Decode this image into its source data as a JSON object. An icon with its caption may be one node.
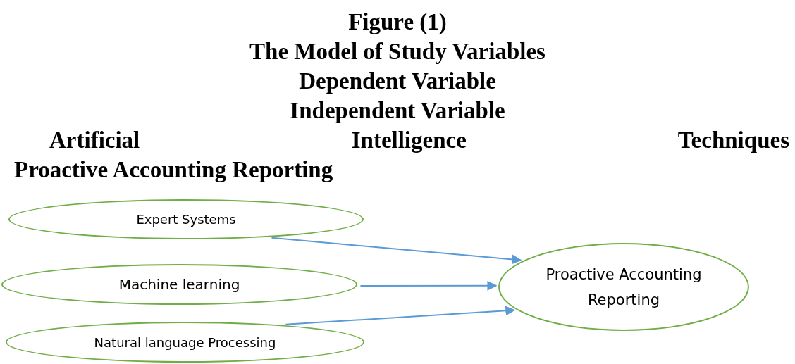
{
  "diagram": {
    "title": "Figure (1)",
    "nodes": [
      {
        "text": [
          "Expert Systems"
        ]
      },
      {
        "text": [
          "Machine learning"
        ]
      },
      {
        "text": [
          "Natural language Processing"
        ]
      },
      {
        "text": [
          "Proactive Accounting Reporting"
        ]
      }
    ],
    "edges": [
      {
        "from": 0,
        "to": 3,
        "arrow": "to"
      },
      {
        "from": 1,
        "to": 3,
        "arrow": "to"
      },
      {
        "from": 2,
        "to": 3,
        "arrow": "to"
      }
    ],
    "labels": [
      "The Model of Study Variables",
      "Dependent Variable",
      "Independent Variable",
      "Artificial Intelligence Techniques",
      "Proactive Accounting Reporting"
    ]
  }
}
